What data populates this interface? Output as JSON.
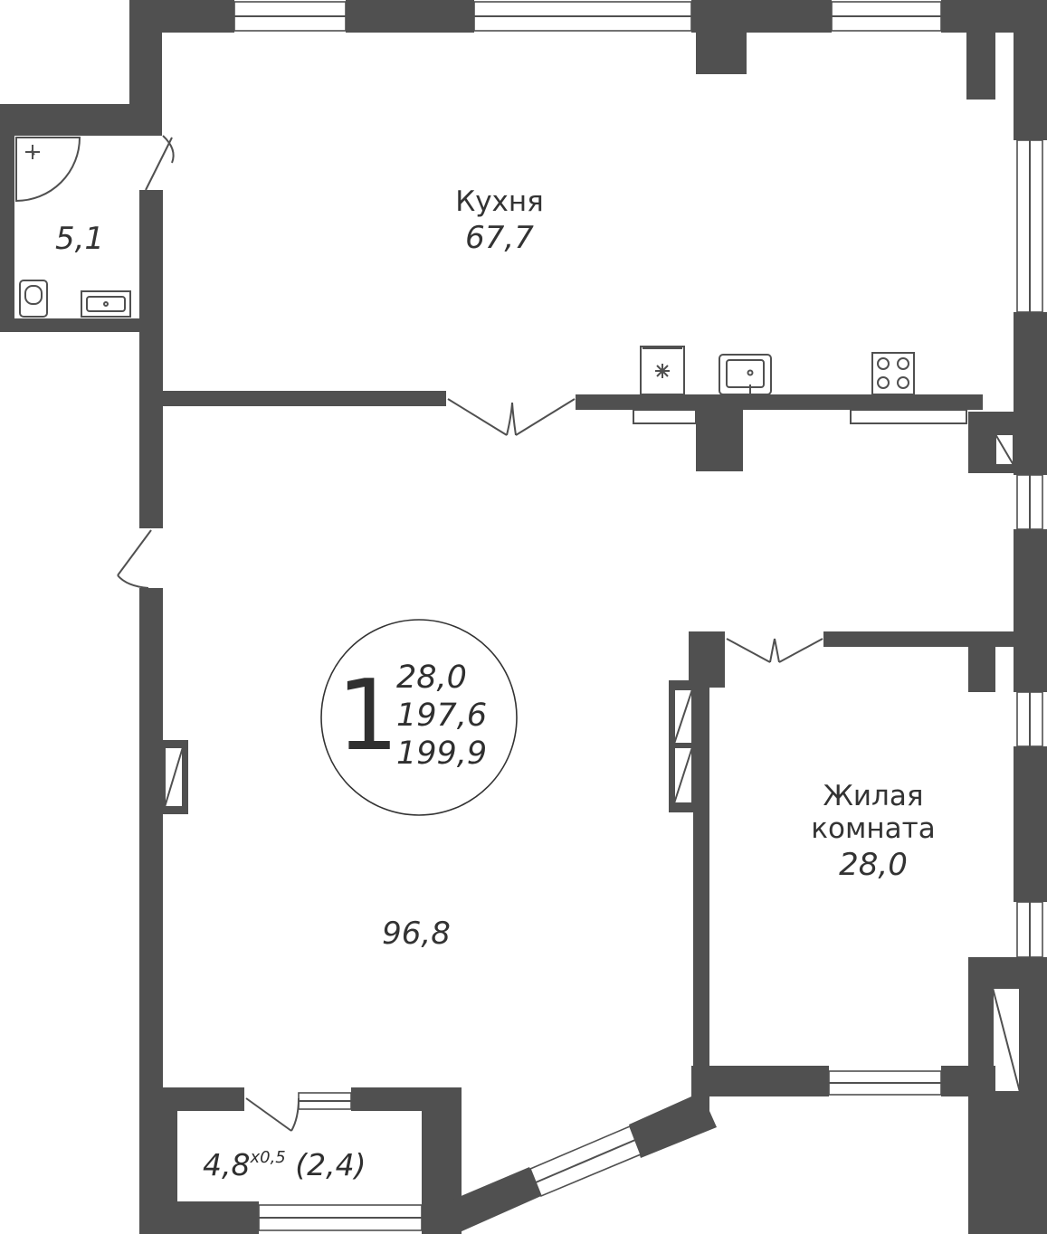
{
  "rooms": {
    "kitchen": {
      "name": "Кухня",
      "area": "67,7"
    },
    "bathroom": {
      "area": "5,1"
    },
    "hall": {
      "area": "96,8"
    },
    "living": {
      "name_line1": "Жилая",
      "name_line2": "комната",
      "area": "28,0"
    }
  },
  "apartment": {
    "rooms_count": "1",
    "living_area": "28,0",
    "total_area": "197,6",
    "total_area_with_balcony": "199,9"
  },
  "balcony": {
    "area": "4,8",
    "coefficient": "x0,5",
    "reduced_area": "(2,4)"
  },
  "colors": {
    "wall": "#505050",
    "text": "#333333",
    "background": "#ffffff"
  },
  "fixtures": [
    "shower-icon",
    "toilet-icon",
    "bathroom-sink-icon",
    "fridge-icon",
    "kitchen-sink-icon",
    "stove-icon"
  ]
}
